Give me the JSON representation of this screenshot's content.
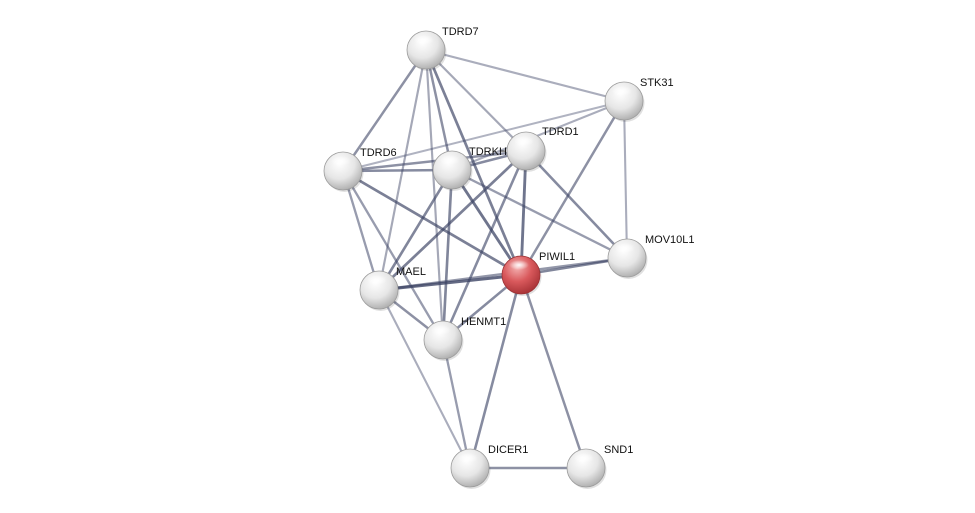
{
  "network": {
    "query_protein": "PIWIL1",
    "colors": {
      "query_node": "#d9595c",
      "other_node": "#e4e4e4",
      "edge": "#3a4263",
      "label": "#111111",
      "background": "#ffffff"
    },
    "nodes": [
      {
        "id": "TDRD7",
        "label": "TDRD7",
        "query": false
      },
      {
        "id": "STK31",
        "label": "STK31",
        "query": false
      },
      {
        "id": "TDRD1",
        "label": "TDRD1",
        "query": false
      },
      {
        "id": "TDRD6",
        "label": "TDRD6",
        "query": false
      },
      {
        "id": "TDRKH",
        "label": "TDRKH",
        "query": false
      },
      {
        "id": "MOV10L1",
        "label": "MOV10L1",
        "query": false
      },
      {
        "id": "PIWIL1",
        "label": "PIWIL1",
        "query": true
      },
      {
        "id": "MAEL",
        "label": "MAEL",
        "query": false
      },
      {
        "id": "HENMT1",
        "label": "HENMT1",
        "query": false
      },
      {
        "id": "DICER1",
        "label": "DICER1",
        "query": false
      },
      {
        "id": "SND1",
        "label": "SND1",
        "query": false
      }
    ],
    "edges": [
      {
        "source": "TDRD7",
        "target": "STK31",
        "strength": 0.3
      },
      {
        "source": "TDRD7",
        "target": "TDRD1",
        "strength": 0.35
      },
      {
        "source": "TDRD7",
        "target": "TDRD6",
        "strength": 0.55
      },
      {
        "source": "TDRD7",
        "target": "TDRKH",
        "strength": 0.55
      },
      {
        "source": "TDRD7",
        "target": "PIWIL1",
        "strength": 0.7
      },
      {
        "source": "TDRD7",
        "target": "MAEL",
        "strength": 0.35
      },
      {
        "source": "TDRD7",
        "target": "HENMT1",
        "strength": 0.35
      },
      {
        "source": "STK31",
        "target": "TDRD6",
        "strength": 0.25
      },
      {
        "source": "STK31",
        "target": "TDRKH",
        "strength": 0.3
      },
      {
        "source": "STK31",
        "target": "PIWIL1",
        "strength": 0.55
      },
      {
        "source": "STK31",
        "target": "MOV10L1",
        "strength": 0.3
      },
      {
        "source": "TDRD1",
        "target": "TDRD6",
        "strength": 0.55
      },
      {
        "source": "TDRD1",
        "target": "TDRKH",
        "strength": 0.6
      },
      {
        "source": "TDRD1",
        "target": "PIWIL1",
        "strength": 0.8
      },
      {
        "source": "TDRD1",
        "target": "MAEL",
        "strength": 0.7
      },
      {
        "source": "TDRD1",
        "target": "HENMT1",
        "strength": 0.6
      },
      {
        "source": "TDRD1",
        "target": "MOV10L1",
        "strength": 0.6
      },
      {
        "source": "TDRD6",
        "target": "TDRKH",
        "strength": 0.6
      },
      {
        "source": "TDRD6",
        "target": "PIWIL1",
        "strength": 0.7
      },
      {
        "source": "TDRD6",
        "target": "MAEL",
        "strength": 0.45
      },
      {
        "source": "TDRD6",
        "target": "HENMT1",
        "strength": 0.45
      },
      {
        "source": "TDRKH",
        "target": "PIWIL1",
        "strength": 0.8
      },
      {
        "source": "TDRKH",
        "target": "MAEL",
        "strength": 0.65
      },
      {
        "source": "TDRKH",
        "target": "HENMT1",
        "strength": 0.65
      },
      {
        "source": "TDRKH",
        "target": "MOV10L1",
        "strength": 0.45
      },
      {
        "source": "PIWIL1",
        "target": "MOV10L1",
        "strength": 0.65
      },
      {
        "source": "PIWIL1",
        "target": "MAEL",
        "strength": 0.9
      },
      {
        "source": "PIWIL1",
        "target": "HENMT1",
        "strength": 0.6
      },
      {
        "source": "PIWIL1",
        "target": "DICER1",
        "strength": 0.6
      },
      {
        "source": "PIWIL1",
        "target": "SND1",
        "strength": 0.55
      },
      {
        "source": "MAEL",
        "target": "MOV10L1",
        "strength": 0.5
      },
      {
        "source": "MAEL",
        "target": "HENMT1",
        "strength": 0.55
      },
      {
        "source": "MAEL",
        "target": "DICER1",
        "strength": 0.3
      },
      {
        "source": "HENMT1",
        "target": "DICER1",
        "strength": 0.45
      },
      {
        "source": "DICER1",
        "target": "SND1",
        "strength": 0.55
      }
    ]
  }
}
